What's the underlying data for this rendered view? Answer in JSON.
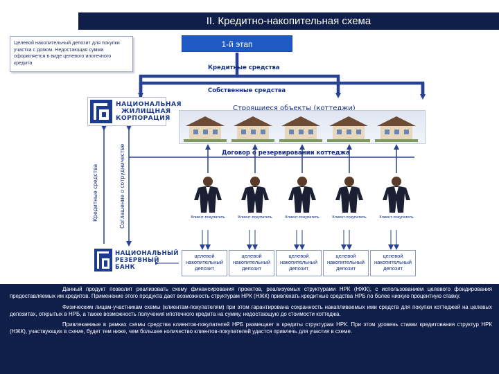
{
  "header": {
    "title": "II. Кредитно-накопительная схема"
  },
  "note": {
    "text": "Целевой накопительный депозит для покупки участка с домом. Недостающая сумма оформляется в виде целевого ипотечного кредита"
  },
  "stage": {
    "label": "1-й этап"
  },
  "flows": {
    "credit_funds": "Кредитные средства",
    "own_funds": "Собственные средства",
    "credit_funds_vertical": "Кредитные средства",
    "cooperation_agreement": "Соглашение о сотрудничестве"
  },
  "logos": {
    "housing": {
      "line1": "НАЦИОНАЛЬНАЯ",
      "line2": "ЖИЛИЩНАЯ",
      "line3": "КОРПОРАЦИЯ"
    },
    "bank": {
      "line1": "НАЦИОНАЛЬНЫЙ",
      "line2": "РЕЗЕРВНЫЙ",
      "line3": "БАНК"
    }
  },
  "objects": {
    "label": "Строящиеся объекты (коттеджи)"
  },
  "contract": {
    "label": "Договор о резервировании коттеджа"
  },
  "clients": [
    {
      "label": "Клиент-покупатель",
      "deposit": "целевой накопительный депозит"
    },
    {
      "label": "Клиент-покупатель",
      "deposit": "целевой накопительный депозит"
    },
    {
      "label": "Клиент-покупатель",
      "deposit": "целевой накопительный депозит"
    },
    {
      "label": "Клиент-покупатель",
      "deposit": "целевой накопительный депозит"
    },
    {
      "label": "Клиент-покупатель",
      "deposit": "целевой накопительный депозит"
    }
  ],
  "description": {
    "p1": "Данный продукт позволит реализовать схему финансирования проектов, реализуемых структурами НРК (НЖК), с использованием целевого фондирования предоставляемых им кредитов. Применение этого продукта дает возможность структурам НРК (НЖК) привлекать кредитные средства НРБ по более низкую процентную ставку.",
    "p2": "Физическим лицам-участникам схемы (клиентам-покупателям) при этом гарантирована сохранность накапливаемых ими средств для покупки коттеджей на целевых депозитах, открытых в НРБ, а также возможность получения ипотечного кредита на сумму, недостающую до стоимости коттеджа.",
    "p3": "Привлекаемые в рамках схемы средства клиентов-покупателей НРБ размещает в кредиты структурам НРК. При этом уровень ставки кредитования структур НРК (НЖК), участвующих в схеме, будет тем ниже, чем большее количество клиентов-покупателей удастся привлечь для участия в схеме."
  },
  "colors": {
    "navy": "#101e4a",
    "stage_blue": "#1f59c4",
    "label_blue": "#132d85",
    "arrow_blue": "#26418f"
  }
}
